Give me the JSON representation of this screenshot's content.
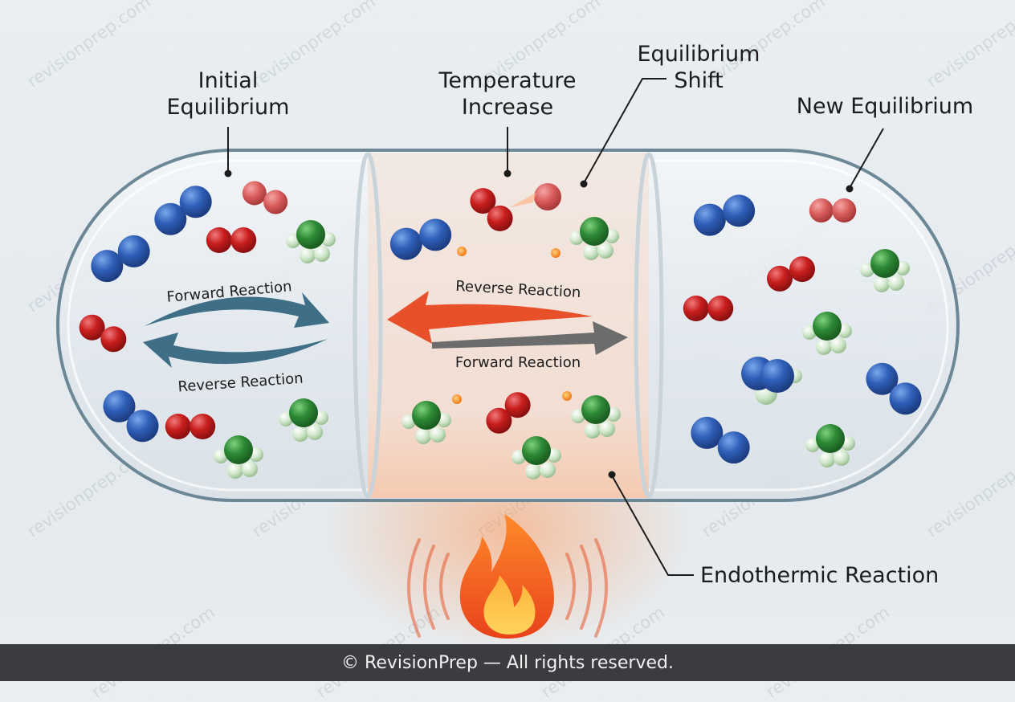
{
  "labels": {
    "initial": "Initial\nEquilibrium",
    "temperature": "Temperature\nIncrease",
    "shift": "Equilibrium\nShift",
    "new_eq": "New Equilibrium",
    "endothermic": "Endothermic Reaction"
  },
  "arrows": {
    "left_forward": "Forward Reaction",
    "left_reverse": "Reverse Reaction",
    "mid_reverse": "Reverse Reaction",
    "mid_forward": "Forward Reaction"
  },
  "footer": "© RevisionPrep — All rights reserved.",
  "watermark": "revisionprep.com",
  "colors": {
    "blue_molecule": "#2f5fb8",
    "red_molecule": "#c81e1e",
    "green_molecule": "#2d8a35",
    "heat_arrow": "#e8502a",
    "teal_arrow": "#3f6f86"
  }
}
